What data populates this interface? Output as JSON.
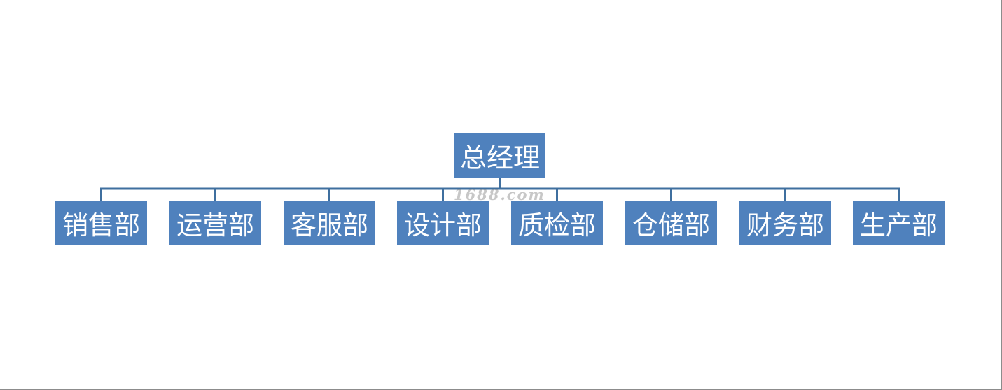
{
  "theme": {
    "node_fill": "#4f81bd",
    "node_text": "#ffffff",
    "connector": "#3f6f9f",
    "frame": "#8c8c8c"
  },
  "org_chart": {
    "root": {
      "label": "总经理"
    },
    "departments": [
      {
        "label": "销售部"
      },
      {
        "label": "运营部"
      },
      {
        "label": "客服部"
      },
      {
        "label": "设计部"
      },
      {
        "label": "质检部"
      },
      {
        "label": "仓储部"
      },
      {
        "label": "财务部"
      },
      {
        "label": "生产部"
      }
    ]
  },
  "watermark": {
    "text": "1688.com"
  }
}
